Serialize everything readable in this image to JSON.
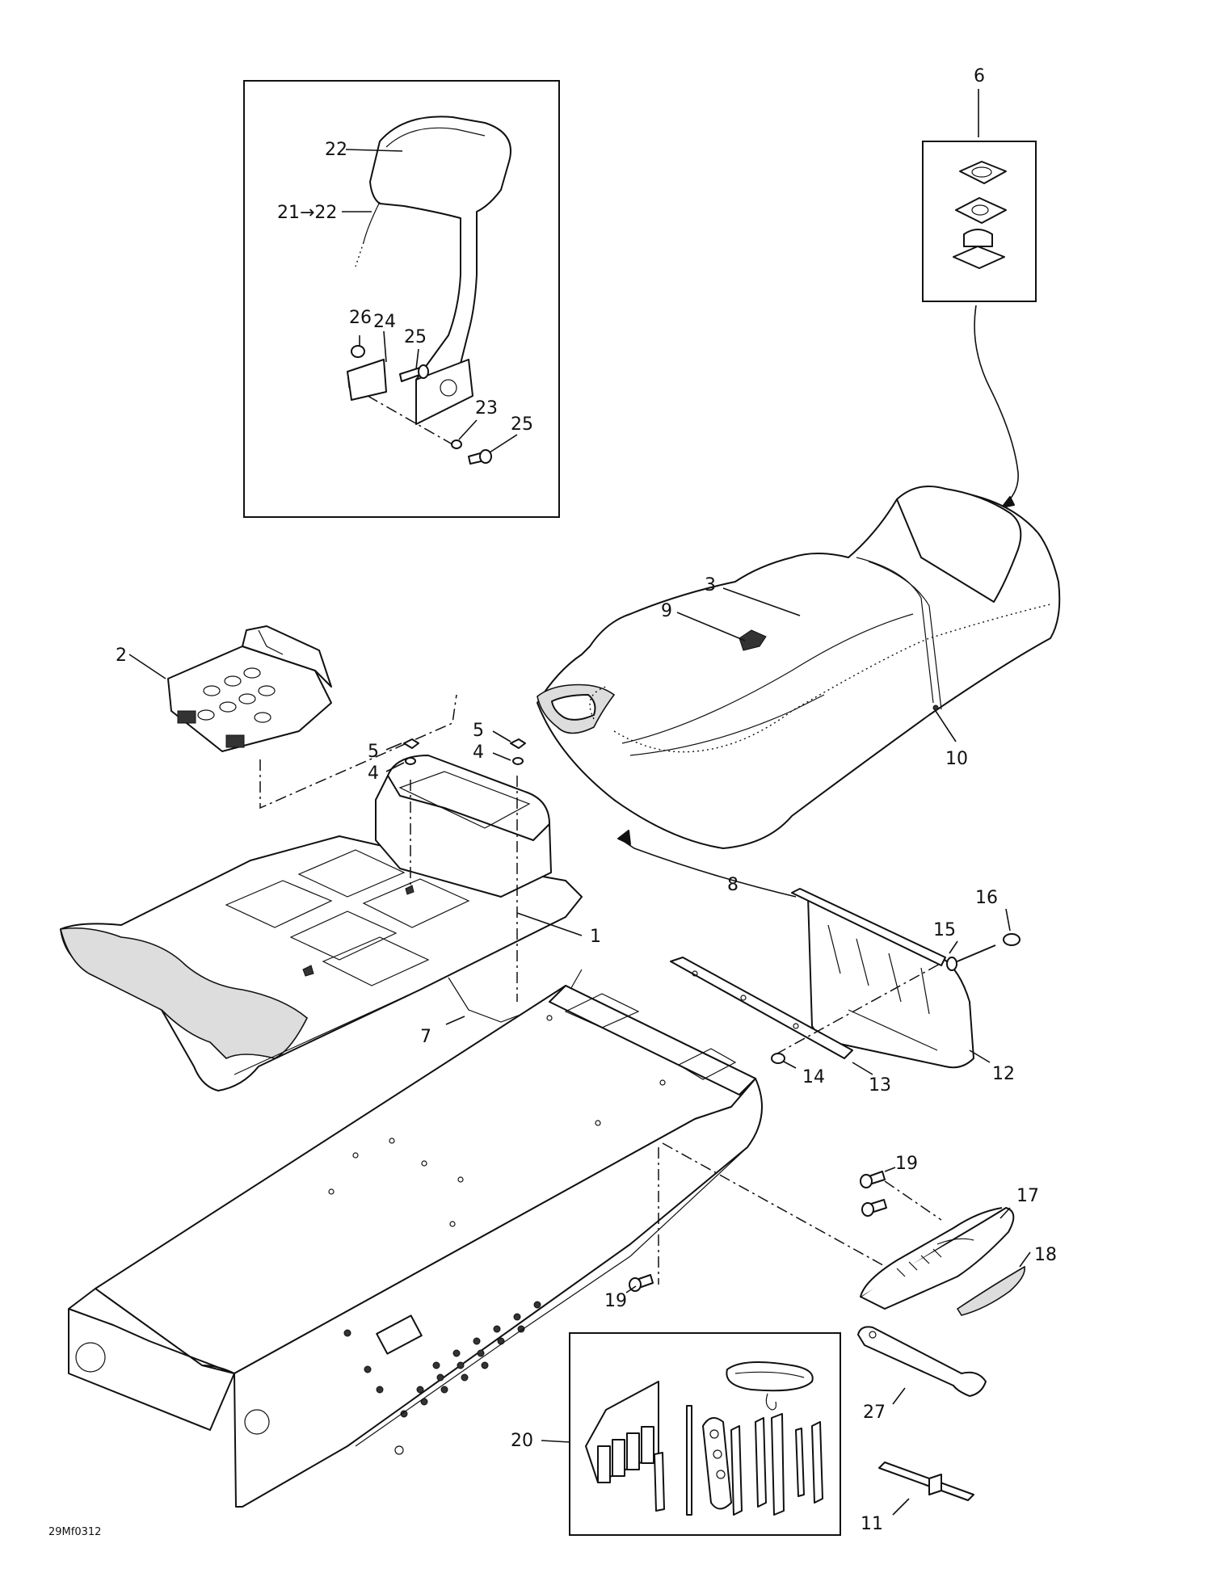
{
  "diagram": {
    "drawing_code": "29Mf0312",
    "callouts": {
      "c1": "1",
      "c2": "2",
      "c3": "3",
      "c4a": "4",
      "c4b": "4",
      "c5a": "5",
      "c5b": "5",
      "c6": "6",
      "c7": "7",
      "c8": "8",
      "c9": "9",
      "c10": "10",
      "c11": "11",
      "c12": "12",
      "c13": "13",
      "c14": "14",
      "c15": "15",
      "c16": "16",
      "c17": "17",
      "c18": "18",
      "c19a": "19",
      "c19b": "19",
      "c20": "20",
      "c21": "21→22",
      "c22": "22",
      "c23": "23",
      "c24": "24",
      "c25a": "25",
      "c25b": "25",
      "c26": "26",
      "c27": "27"
    }
  }
}
